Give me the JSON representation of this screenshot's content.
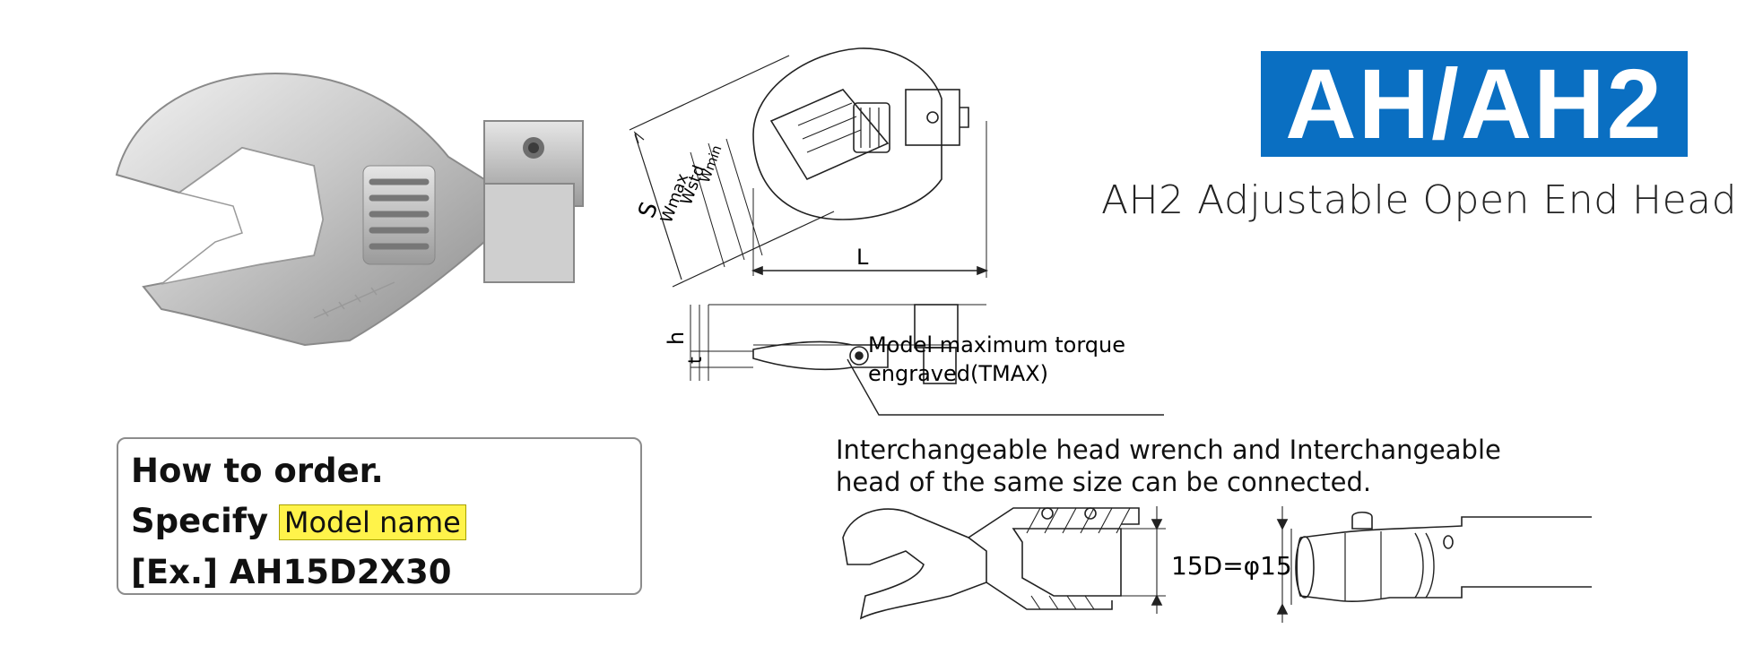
{
  "brand": {
    "logo_text": "AH/AH2",
    "logo_color": "#0a6fc2",
    "product_title": "AH2 Adjustable Open End Head"
  },
  "dimension_diagram": {
    "labels": {
      "s": "S",
      "l": "L",
      "h": "h",
      "t": "t",
      "wmin": "Wmin",
      "wstd": "Wstd",
      "wmax": "Wmax"
    },
    "callout_line1": "Model maximum torque",
    "callout_line2": "engraved(TMAX)"
  },
  "order_box": {
    "line1": "How to order.",
    "line2_prefix": "Specify",
    "line2_highlight": "Model name",
    "highlight_color": "#fff34a",
    "line3": "[Ex.] AH15D2X30"
  },
  "connection": {
    "note_line1": "Interchangeable head wrench and Interchangeable",
    "note_line2": "head of the same size can be connected.",
    "size_label": "15D=φ15"
  }
}
